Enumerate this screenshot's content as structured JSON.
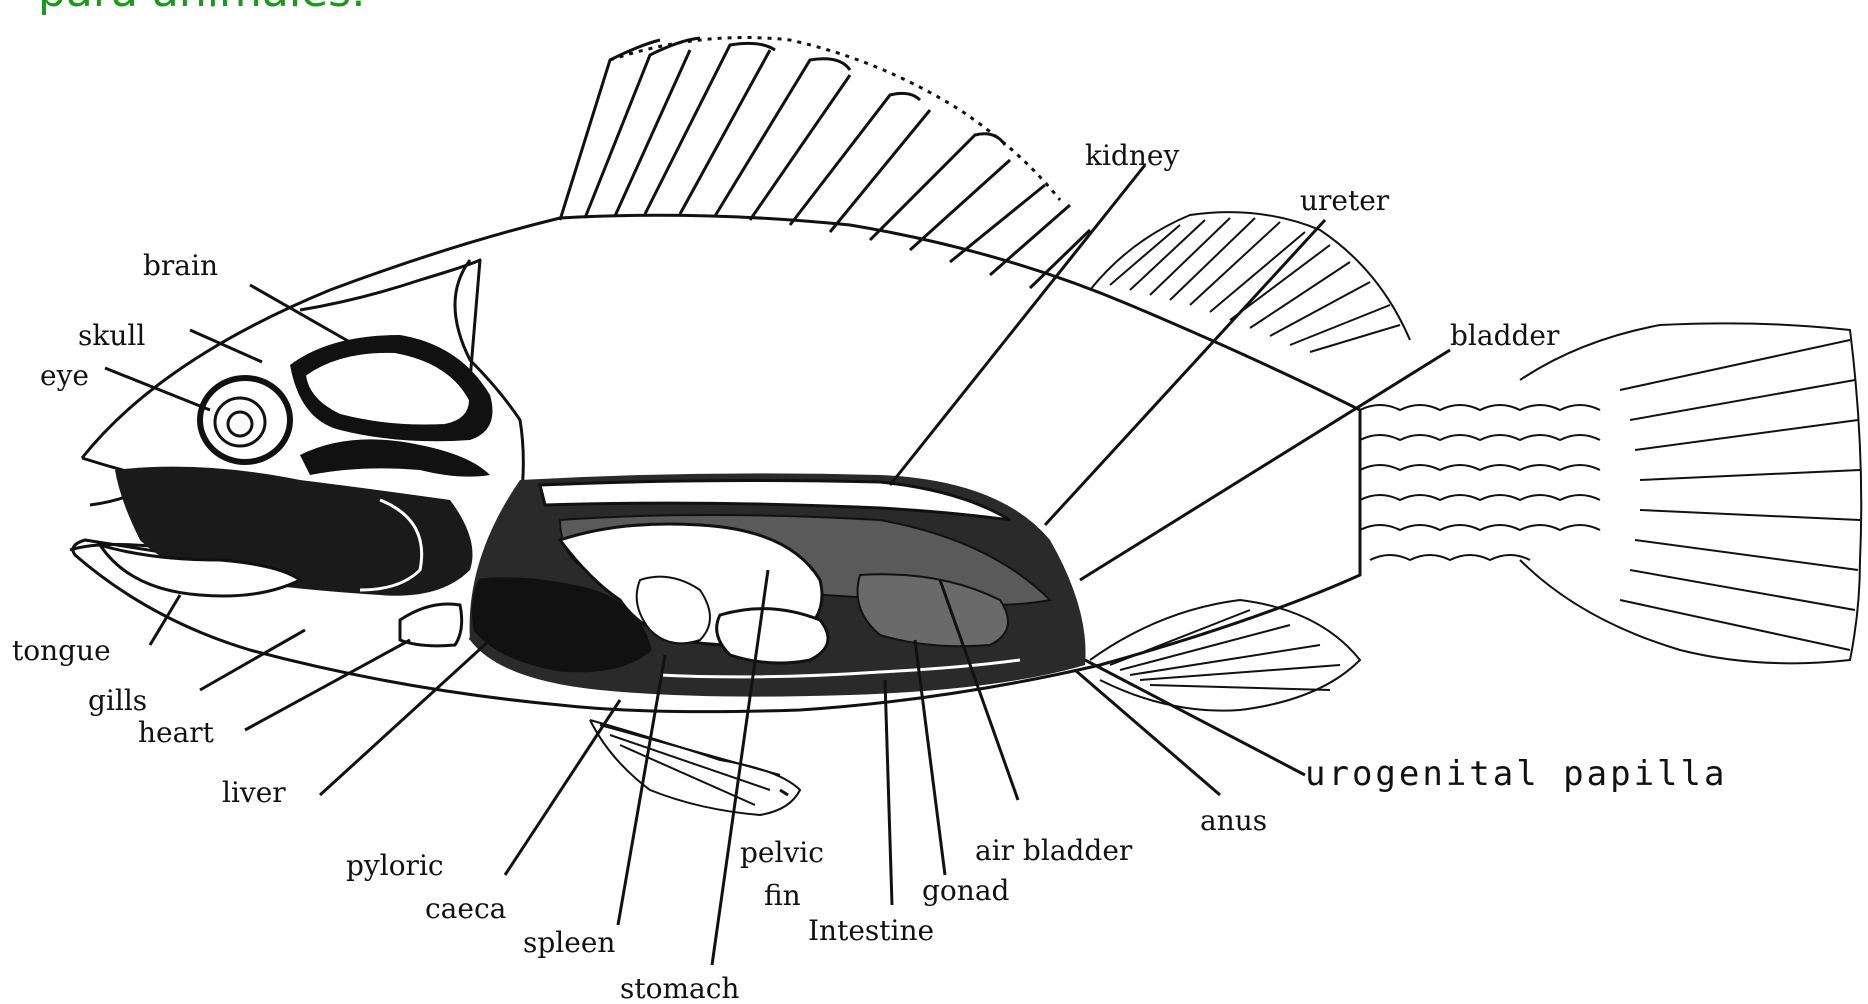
{
  "header": {
    "text": "para animales:"
  },
  "diagram": {
    "labels": {
      "kidney": "kidney",
      "ureter": "ureter",
      "bladder": "bladder",
      "brain": "brain",
      "skull": "skull",
      "eye": "eye",
      "tongue": "tongue",
      "gills": "gills",
      "heart": "heart",
      "liver": "liver",
      "pyloric_caeca_1": "pyloric",
      "pyloric_caeca_2": "caeca",
      "spleen": "spleen",
      "stomach": "stomach",
      "pelvic_fin_1": "pelvic",
      "pelvic_fin_2": "fin",
      "intestine": "Intestine",
      "gonad": "gonad",
      "air_bladder": "air bladder",
      "anus": "anus",
      "urogenital_papilla": "urogenital papilla"
    }
  }
}
